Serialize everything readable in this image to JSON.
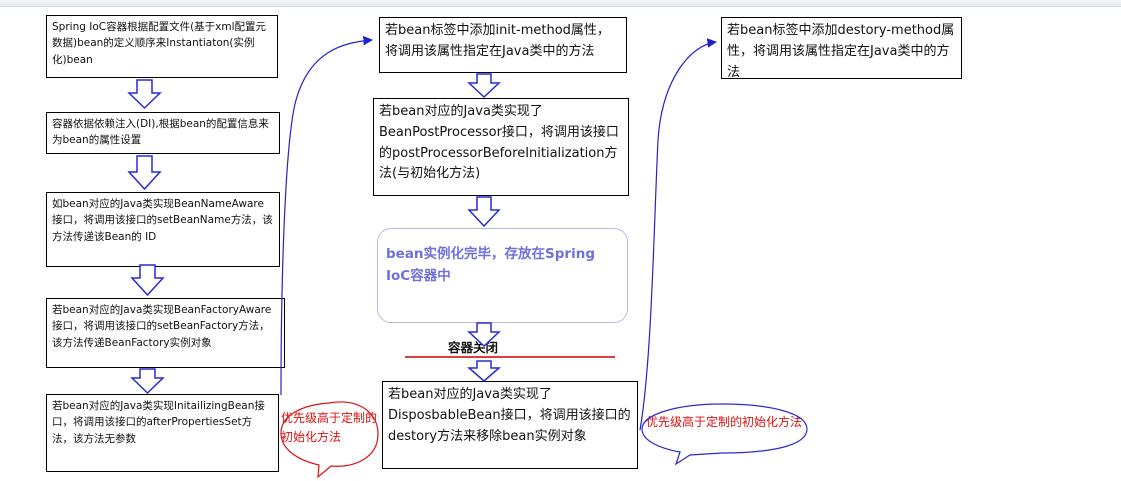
{
  "left_column": {
    "step1": "Spring IoC容器根据配置文件(基于xml配置元数据)bean的定义顺序来Instantiaton(实例化)bean",
    "step2": "容器依据依赖注入(DI),根据bean的配置信息来为bean的属性设置",
    "step3": "如bean对应的Java类实现BeanNameAware接口，将调用该接口的setBeanName方法，该方法传递该Bean的 ID",
    "step4": "若bean对应的Java类实现BeanFactoryAware接口，将调用该接口的setBeanFactory方法，该方法传递BeanFactory实例对象",
    "step5": "若bean对应的Java类实现InitailizingBean接口，将调用该接口的afterPropertiesSet方法，该方法无参数"
  },
  "middle_column": {
    "init_method": "若bean标签中添加init-method属性，将调用该属性指定在Java类中的方法",
    "post_processor": "若bean对应的Java类实现了BeanPostProcessor接口，将调用该接口的postProcessorBeforeInitialization方法(与初始化方法)",
    "ready": "bean实例化完毕，存放在Spring IoC容器中",
    "container_close": "容器关闭",
    "disposable": "若bean对应的Java类实现了DisposbableBean接口，将调用该接口的destory方法来移除bean实例对象"
  },
  "right_column": {
    "destroy_method": "若bean标签中添加destory-method属性，将调用该属性指定在Java类中的方法"
  },
  "notes": {
    "priority_init": "优先级高于定制的初始化方法",
    "priority_destroy": "优先级高于定制的初始化方法"
  },
  "colors": {
    "connector_blue": "#2222cc",
    "arrow_fill": "#ffffff",
    "arrow_stroke": "#2a2ad0",
    "note_red": "#e01010",
    "ready_text": "#7070dd",
    "divider_red": "#cc0000"
  }
}
